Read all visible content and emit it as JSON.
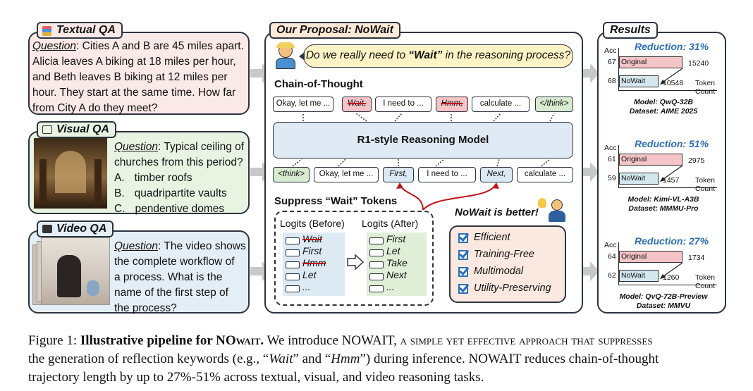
{
  "textual": {
    "tag": "Textual QA",
    "question_label": "Question",
    "question_lines": [
      ": Cities A and B are 45 miles apart.",
      "Alicia leaves A biking at 18 miles per hour,",
      "and Beth leaves B biking at 12 miles per",
      "hour. They start at the same time. How far",
      "from City A do they meet?"
    ]
  },
  "visual": {
    "tag": "Visual QA",
    "question_label": "Question",
    "question_lines": [
      ": Typical ceiling of",
      "churches from this period?"
    ],
    "options": [
      {
        "letter": "A.",
        "text": "timber roofs"
      },
      {
        "letter": "B.",
        "text": "quadripartite vaults"
      },
      {
        "letter": "C.",
        "text": "pendentive domes"
      }
    ]
  },
  "video": {
    "tag": "Video QA",
    "question_label": "Question",
    "question_lines": [
      ": The video shows",
      "the complete workflow of",
      "a process. What is the",
      "name of the first step of",
      "the process?"
    ]
  },
  "proposal": {
    "tag": "Our Proposal: NoWait",
    "bubble_prefix": "Do we really need to ",
    "bubble_quote": "“Wait”",
    "bubble_suffix": " in the reasoning process?",
    "cot_title": "Chain-of-Thought",
    "top_tokens": [
      "Okay, let me ...",
      "Wait,",
      "I need to ...",
      "Hmm,",
      "calculate ...",
      "</think>"
    ],
    "model_label": "R1-style Reasoning Model",
    "bottom_tokens": [
      "<think>",
      "Okay, let me ...",
      "First,",
      "I need to ...",
      "Next,",
      "calculate ..."
    ],
    "suppress_title": "Suppress “Wait” Tokens",
    "logits_before": "Logits (Before)",
    "logits_after": "Logits (After)",
    "before_words": [
      "Wait",
      "First",
      "Hmm",
      "Let",
      "..."
    ],
    "after_words": [
      "First",
      "Let",
      "Take",
      "Next",
      "..."
    ],
    "better_title": "NoWait is better!",
    "benefits": [
      "Efficient",
      "Training-Free",
      "Multimodal",
      "Utility-Preserving"
    ]
  },
  "results": {
    "tag": "Results",
    "acc_label": "Acc",
    "token_label": "Token",
    "count_label": "Count",
    "original_label": "Original",
    "nowait_label": "NoWait",
    "blocks": [
      {
        "reduction": "Reduction: 31%",
        "orig_acc": "67",
        "orig_tokens": "15240",
        "nowait_acc": "68",
        "nowait_tokens": "10548",
        "model": "Model: QwQ-32B",
        "dataset": "Dataset: AIME 2025"
      },
      {
        "reduction": "Reduction: 51%",
        "orig_acc": "61",
        "orig_tokens": "2975",
        "nowait_acc": "59",
        "nowait_tokens": "1457",
        "model": "Model: Kimi-VL-A3B",
        "dataset": "Dataset: MMMU-Pro"
      },
      {
        "reduction": "Reduction: 27%",
        "orig_acc": "64",
        "orig_tokens": "1734",
        "nowait_acc": "62",
        "nowait_tokens": "1260",
        "model": "Model: QvQ-72B-Preview",
        "dataset": "Dataset: MMVU"
      }
    ]
  },
  "caption": {
    "fig": "Figure 1: ",
    "bold_prefix": "Illustrative pipeline for N",
    "bold_sc": "O",
    "bold_suffix": "WAIT.",
    "t1": " We introduce N",
    "t1sc": "O",
    "t1b": "WAIT, a simple yet effective approach that suppresses",
    "t2": "the generation of reflection keywords (e.g., “",
    "wait": "Wait",
    "t3": "” and “",
    "hmm": "Hmm",
    "t4": "”) during inference. N",
    "t4sc": "O",
    "t4b": "WAIT reduces chain-of-thought",
    "t5": "trajectory length by up to 27%-51% across textual, visual, and video reasoning tasks."
  },
  "colors": {
    "textual_bg": "#fbe9e7",
    "visual_bg": "#e8f3e2",
    "video_bg": "#e4eef6",
    "proposal_tag_bg": "#fde9d6",
    "model_bg": "#dfeaf5",
    "bubble_bg": "#fdf3c4",
    "original_bar": "#f4c4c7",
    "nowait_bar": "#d4e6ee",
    "reduction_blue": "#2e6fb5",
    "arrow_red": "#c0141b",
    "arrow_gray": "#c8c8c8"
  }
}
